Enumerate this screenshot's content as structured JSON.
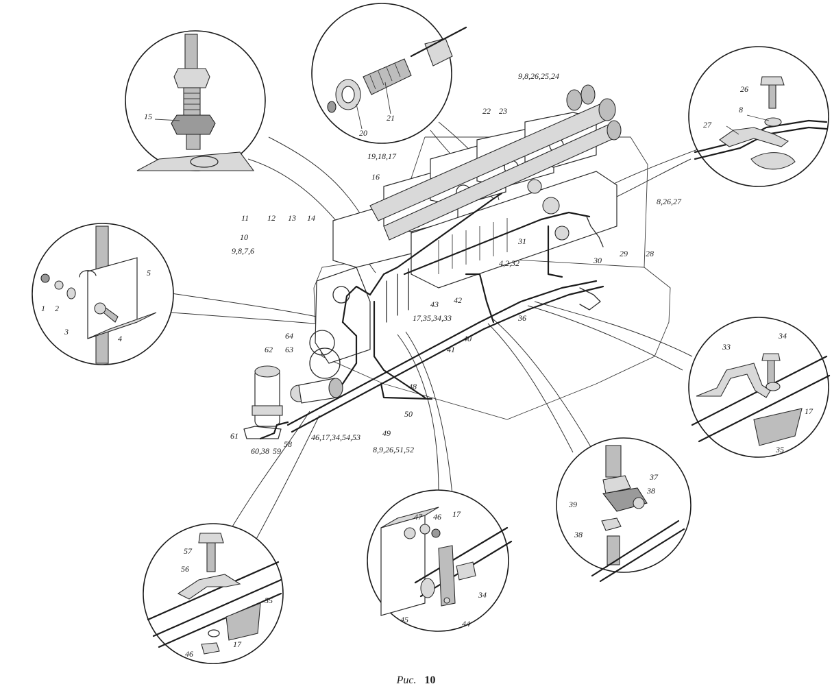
{
  "caption": {
    "prefix": "Рис.",
    "number": "10"
  },
  "labels": {
    "l1": "1",
    "l2": "2",
    "l3": "3",
    "l4": "4",
    "l5": "5",
    "l8a": "8",
    "l15": "15",
    "l16": "16",
    "l20": "20",
    "l21": "21",
    "l22": "22",
    "l23": "23",
    "l26": "26",
    "l27": "27",
    "l28": "28",
    "l29": "29",
    "l30": "30",
    "l31": "31",
    "l33": "33",
    "l34a": "34",
    "l17a": "17",
    "l35": "35",
    "l36": "36",
    "l37": "37",
    "l38a": "38",
    "l39": "39",
    "l38b": "38",
    "l40": "40",
    "l41": "41",
    "l42": "42",
    "l43": "43",
    "l44": "45",
    "l45": "44",
    "l46a": "46",
    "l47": "47",
    "l17b": "17",
    "l34b": "34",
    "l48": "48",
    "l49": "49",
    "l50": "50",
    "l55": "55",
    "l56": "56",
    "l57": "57",
    "l46b": "46",
    "l17c": "17",
    "l58": "58",
    "l59": "59",
    "l61": "61",
    "l62": "62",
    "l63": "63",
    "l64": "64",
    "l10": "10",
    "l11": "11",
    "l12": "12",
    "l13": "13",
    "l14": "14",
    "g9876": "9,8,7,6",
    "g98262524": "9,8,26,25,24",
    "g191817": "19,18,17",
    "g82627": "8,26,27",
    "g4232": "4,2,32",
    "g17353433": "17,35,34,33",
    "g6038": "60,38",
    "g461734": "46,17,34,54,53",
    "g89265152": "8,9,26,51,52"
  }
}
